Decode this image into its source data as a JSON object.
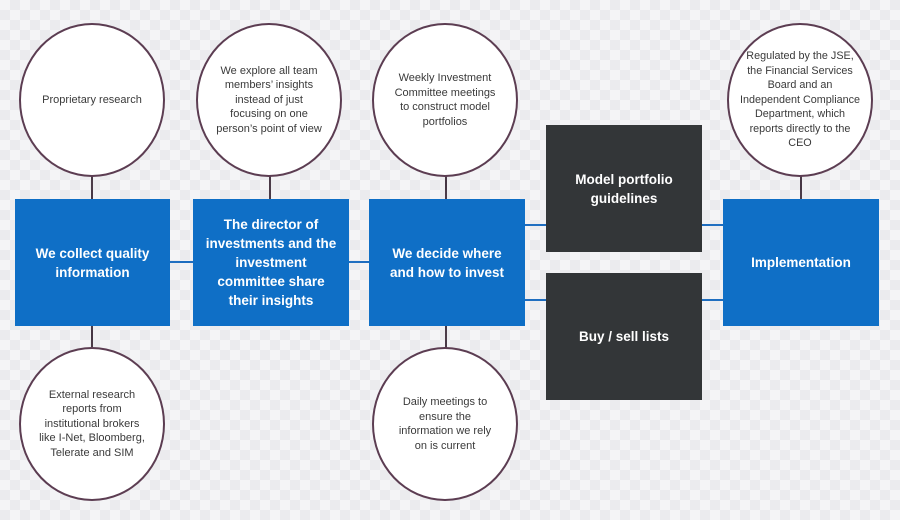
{
  "colors": {
    "blue": "#0f6fc6",
    "dark": "#333638",
    "circle_border": "#5c3d52",
    "connector": "#1f6ec0"
  },
  "boxes": {
    "collect": "We collect quality information",
    "director": "The director of investments and the investment committee share their insights",
    "decide": "We decide where and how to invest",
    "model": "Model portfolio guidelines",
    "buysell": "Buy / sell lists",
    "implementation": "Implementation"
  },
  "circles": {
    "proprietary": "Proprietary research",
    "explore": "We explore all team members’ insights instead of just focusing on one person’s point of view",
    "weekly": "Weekly Investment Committee meetings to construct model portfolios",
    "regulated": "Regulated by the JSE, the Financial Services Board and an Independent Compliance Department, which reports directly to the CEO",
    "external": "External research reports from institutional brokers like I-Net, Bloomberg, Telerate and SIM",
    "daily": "Daily meetings to ensure the information we rely on is current"
  }
}
